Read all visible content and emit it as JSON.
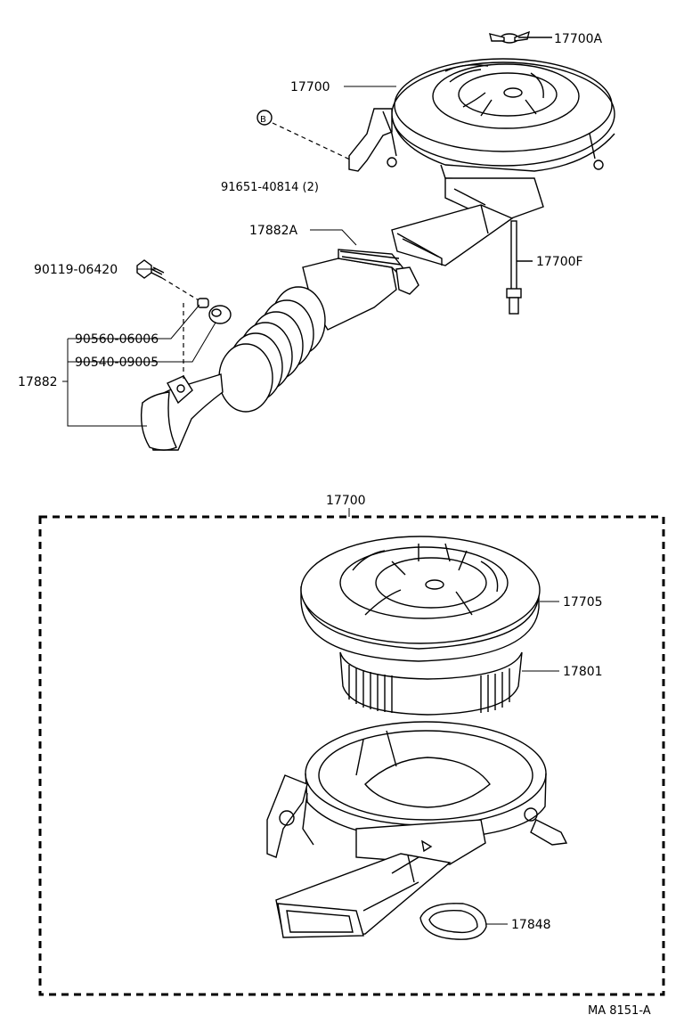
{
  "labels": {
    "p17700A": "17700A",
    "p17700": "17700",
    "bMark": "B",
    "p91651": "91651-40814 (2)",
    "p17882A": "17882A",
    "p17700F": "17700F",
    "p90119": "90119-06420",
    "p90560": "90560-06006",
    "p90540": "90540-09005",
    "p17882": "17882",
    "p17700Group": "17700",
    "p17705": "17705",
    "p17801": "17801",
    "p17848": "17848",
    "code": "MA 8151-A"
  }
}
